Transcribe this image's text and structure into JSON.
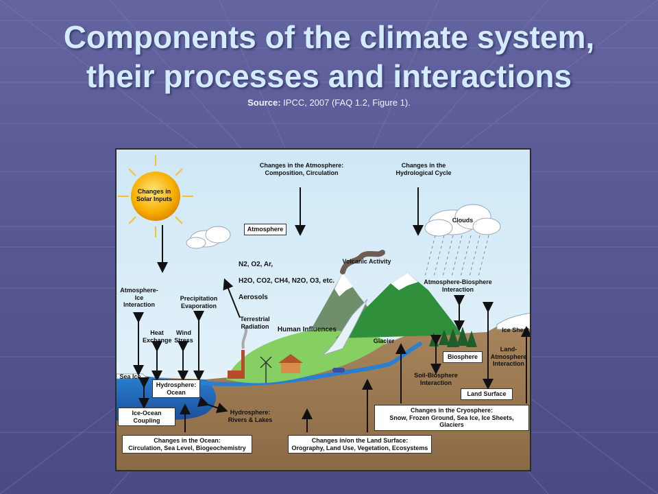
{
  "slide": {
    "title_line1": "Components of the climate system,",
    "title_line2": "their processes and interactions",
    "source_label": "Source:",
    "source_text": " IPCC, 2007 (FAQ 1.2, Figure 1)."
  },
  "colors": {
    "background": "#5a5a94",
    "title": "#d4ecff",
    "sky": "#dbeef8",
    "ocean": "#1f6fc0",
    "land": "#9b7a55",
    "grass": "#7cc85a",
    "sun": "#f5b300"
  },
  "diagram": {
    "solar": "Changes in\nSolar Inputs",
    "atm_changes": "Changes in the Atmosphere:\nComposition, Circulation",
    "hydro_changes": "Changes in the\nHydrological Cycle",
    "clouds": "Clouds",
    "atmosphere": "Atmosphere",
    "gases_line1": "N2, O2, Ar,",
    "gases_line2": "H2O, CO2, CH4, N2O, O3, etc.",
    "aerosols": "Aerosols",
    "volcanic": "Volcanic Activity",
    "atm_bio": "Atmosphere-Biosphere\nInteraction",
    "atm_ice": "Atmosphere-\nIce\nInteraction",
    "precip": "Precipitation\nEvaporation",
    "heat": "Heat\nExchange",
    "wind": "Wind\nStress",
    "terrestrial": "Terrestrial\nRadiation",
    "human": "Human Influences",
    "glacier": "Glacier",
    "ice_sheet": "Ice Sheet",
    "sea_ice": "Sea Ice",
    "hydrosphere_ocean": "Hydrosphere:\nOcean",
    "biosphere": "Biosphere",
    "land_atm": "Land-\nAtmosphere\nInteraction",
    "soil_bio": "Soil-Biosphere\nInteraction",
    "land_surface": "Land Surface",
    "ice_ocean": "Ice-Ocean Coupling",
    "hydro_rivers": "Hydrosphere:\nRivers & Lakes",
    "cryo_changes": "Changes in the Cryosphere:\nSnow, Frozen Ground, Sea Ice, Ice Sheets, Glaciers",
    "ocean_changes": "Changes in the Ocean:\nCirculation, Sea Level, Biogeochemistry",
    "land_changes": "Changes in/on the Land Surface:\nOrography, Land Use, Vegetation, Ecosystems"
  }
}
